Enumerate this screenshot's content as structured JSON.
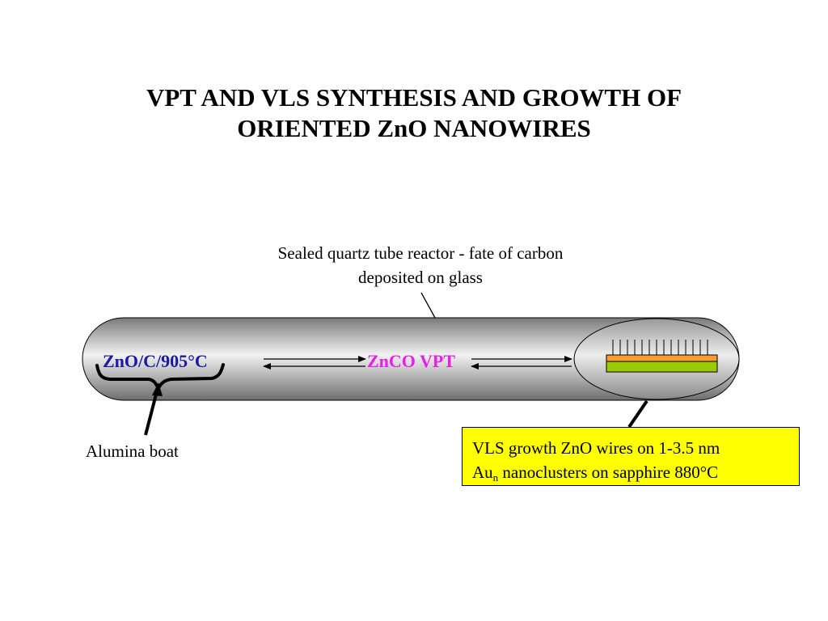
{
  "title": {
    "line1": "VPT AND VLS SYNTHESIS AND GROWTH OF",
    "line2": "ORIENTED ZnO NANOWIRES"
  },
  "reactor_label": {
    "line1": "Sealed quartz tube reactor - fate of carbon",
    "line2": "deposited on glass"
  },
  "source_label": "ZnO/C/905°C",
  "transport_label": "ZnCO VPT",
  "boat_label": "Alumina boat",
  "vls_box": {
    "line1": "VLS growth ZnO wires on 1-3.5 nm",
    "line2_prefix": "Au",
    "line2_subscript": "n",
    "line2_suffix": " nanoclusters on sapphire 880°C"
  },
  "colors": {
    "source_text": "#1a1aa8",
    "transport_text": "#e61ee6",
    "box_fill": "#ffff00",
    "au_layer": "#ff9933",
    "sapphire_layer": "#99cc00"
  }
}
